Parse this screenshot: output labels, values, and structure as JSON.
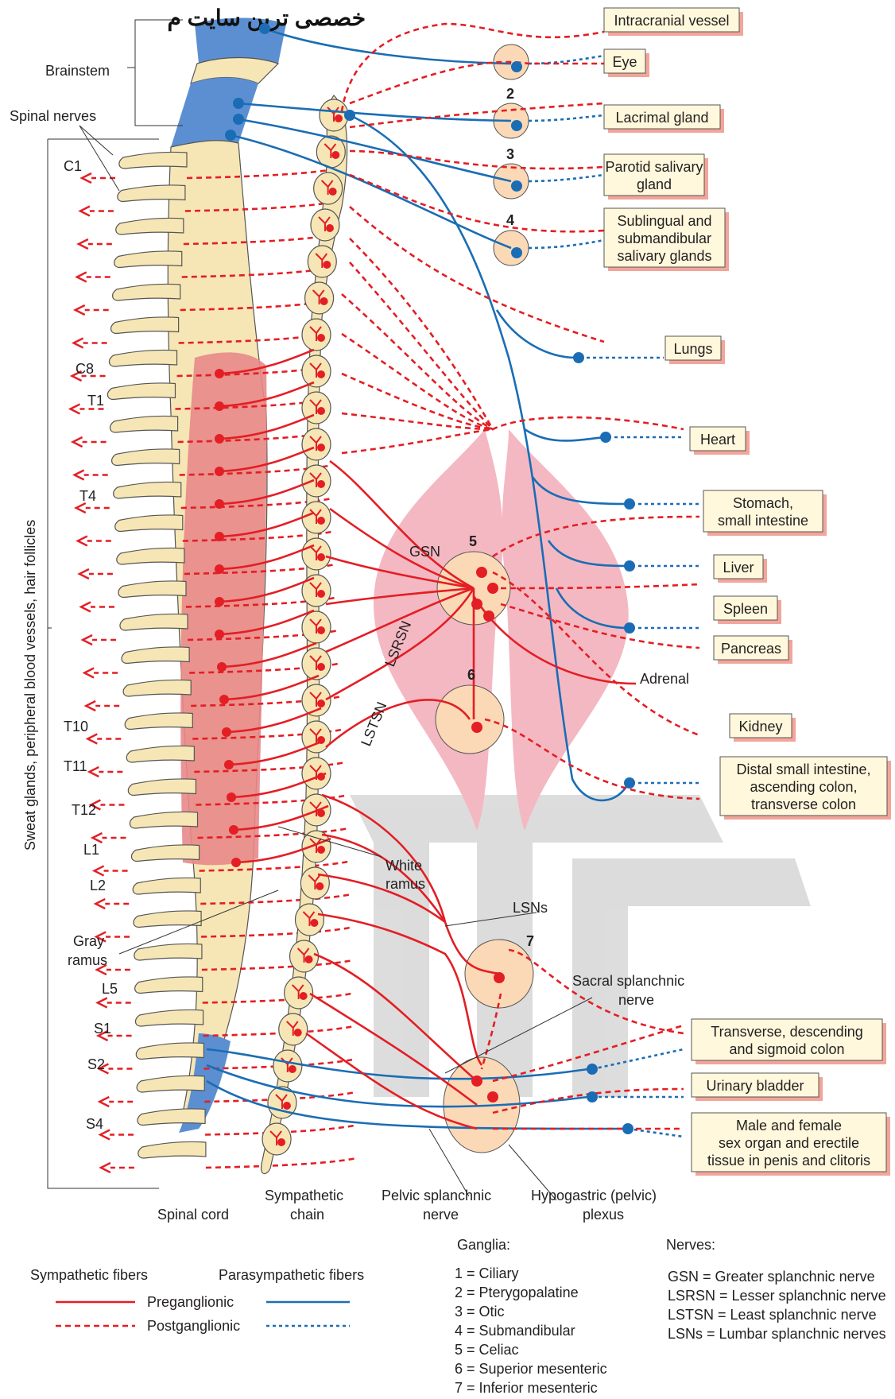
{
  "watermark": "خصصی ترین سایت م",
  "left_labels": {
    "brainstem": "Brainstem",
    "spinal_nerves": "Spinal nerves",
    "vertical": "Sweat glands, peripheral blood vessels, hair follicles"
  },
  "segment_labels": [
    "C1",
    "C8",
    "T1",
    "T4",
    "T10",
    "T11",
    "T12",
    "L1",
    "L2",
    "L5",
    "S1",
    "S2",
    "S4"
  ],
  "ganglion_numbers": [
    "2",
    "3",
    "4",
    "5",
    "6",
    "7"
  ],
  "targets": {
    "intracranial": "Intracranial vessel",
    "eye": "Eye",
    "lacrimal": "Lacrimal gland",
    "parotid_1": "Parotid salivary",
    "parotid_2": "gland",
    "subl_1": "Sublingual and",
    "subl_2": "submandibular",
    "subl_3": "salivary glands",
    "lungs": "Lungs",
    "heart": "Heart",
    "stomach_1": "Stomach,",
    "stomach_2": "small intestine",
    "liver": "Liver",
    "spleen": "Spleen",
    "pancreas": "Pancreas",
    "adrenal": "Adrenal",
    "kidney": "Kidney",
    "distal_1": "Distal small intestine,",
    "distal_2": "ascending colon,",
    "distal_3": "transverse colon",
    "colon_1": "Transverse, descending",
    "colon_2": "and sigmoid colon",
    "bladder": "Urinary bladder",
    "sex_1": "Male and female",
    "sex_2": "sex organ and erectile",
    "sex_3": "tissue in penis and clitoris"
  },
  "nerve_labels": {
    "gsn": "GSN",
    "lsrsn": "LSRSN",
    "lstsn": "LSTSN",
    "white_ramus_1": "White",
    "white_ramus_2": "ramus",
    "gray_ramus_1": "Gray",
    "gray_ramus_2": "ramus",
    "lsns": "LSNs",
    "sacral_1": "Sacral splanchnic",
    "sacral_2": "nerve",
    "pelvic_1": "Pelvic splanchnic",
    "pelvic_2": "nerve",
    "hypo_1": "Hypogastric (pelvic)",
    "hypo_2": "plexus",
    "spinal_cord": "Spinal cord",
    "chain_1": "Sympathetic",
    "chain_2": "chain"
  },
  "legend": {
    "sympathetic": "Sympathetic fibers",
    "parasympathetic": "Parasympathetic fibers",
    "preganglionic": "Preganglionic",
    "postganglionic": "Postganglionic",
    "ganglia_title": "Ganglia:",
    "ganglia": [
      "1 = Ciliary",
      "2 = Pterygopalatine",
      "3 = Otic",
      "4 = Submandibular",
      "5 = Celiac",
      "6 = Superior mesenteric",
      "7 = Inferior mesenteric"
    ],
    "nerves_title": "Nerves:",
    "nerves": [
      "GSN = Greater splanchnic nerve",
      "LSRSN = Lesser splanchnic nerve",
      "LSTSN = Least splanchnic nerve",
      "LSNs = Lumbar splanchnic nerves"
    ]
  },
  "colors": {
    "sympathetic": "#e31e24",
    "parasympathetic": "#1a6db5",
    "cord": "#f6e6b5",
    "cord_blue": "#5b8fd1",
    "cord_red": "#e8888a",
    "ganglion": "#fcd9b6",
    "label_box": "#fff8dc",
    "box_shadow": "#f2a59a",
    "organ_pink": "#f4b8c3"
  }
}
